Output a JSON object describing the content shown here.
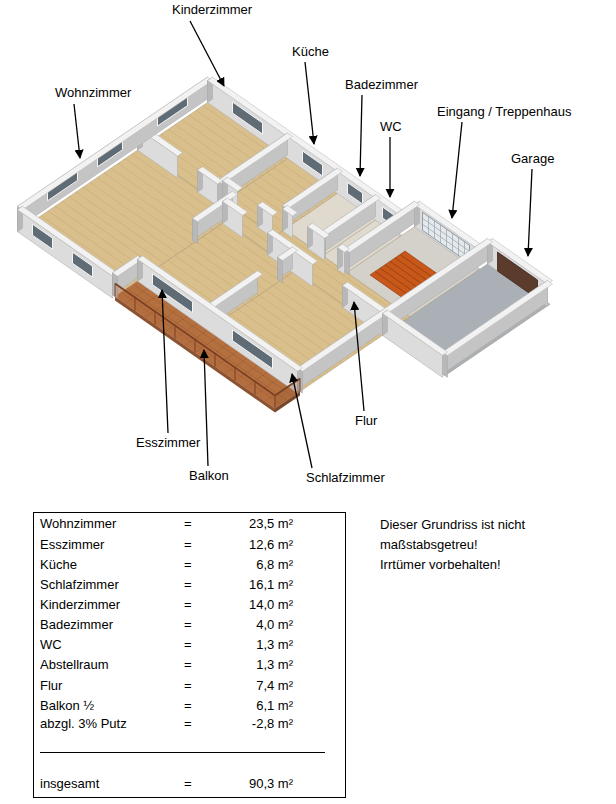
{
  "diagram": {
    "labels": [
      "Kinderzimmer",
      "Küche",
      "Badezimmer",
      "Wohnzimmer",
      "Eingang / Treppenhaus",
      "WC",
      "Garage",
      "Flur",
      "Esszimmer",
      "Balkon",
      "Schlafzimmer",
      "Wohnzimmer",
      "=",
      "23,5 m²",
      "Esszimmer",
      "=",
      "12,6 m²",
      "Küche",
      "=",
      "6,8 m²",
      "Schlafzimmer",
      "=",
      "16,1 m²",
      "Kinderzimmer",
      "=",
      "14,0 m²",
      "Badezimmer",
      "=",
      "4,0 m²",
      "WC",
      "=",
      "1,3 m²",
      "Abstellraum",
      "=",
      "1,3 m²",
      "Flur",
      "=",
      "7,4 m²",
      "Balkon ½",
      "=",
      "6,1 m²",
      "abzgl. 3% Putz",
      "=",
      "-2,8 m²",
      "insgesamt",
      "=",
      "90,3 m²",
      "Dieser Grundriss ist nicht maßstabsgetreu!",
      "Irrtümer vorbehalten!"
    ]
  }
}
